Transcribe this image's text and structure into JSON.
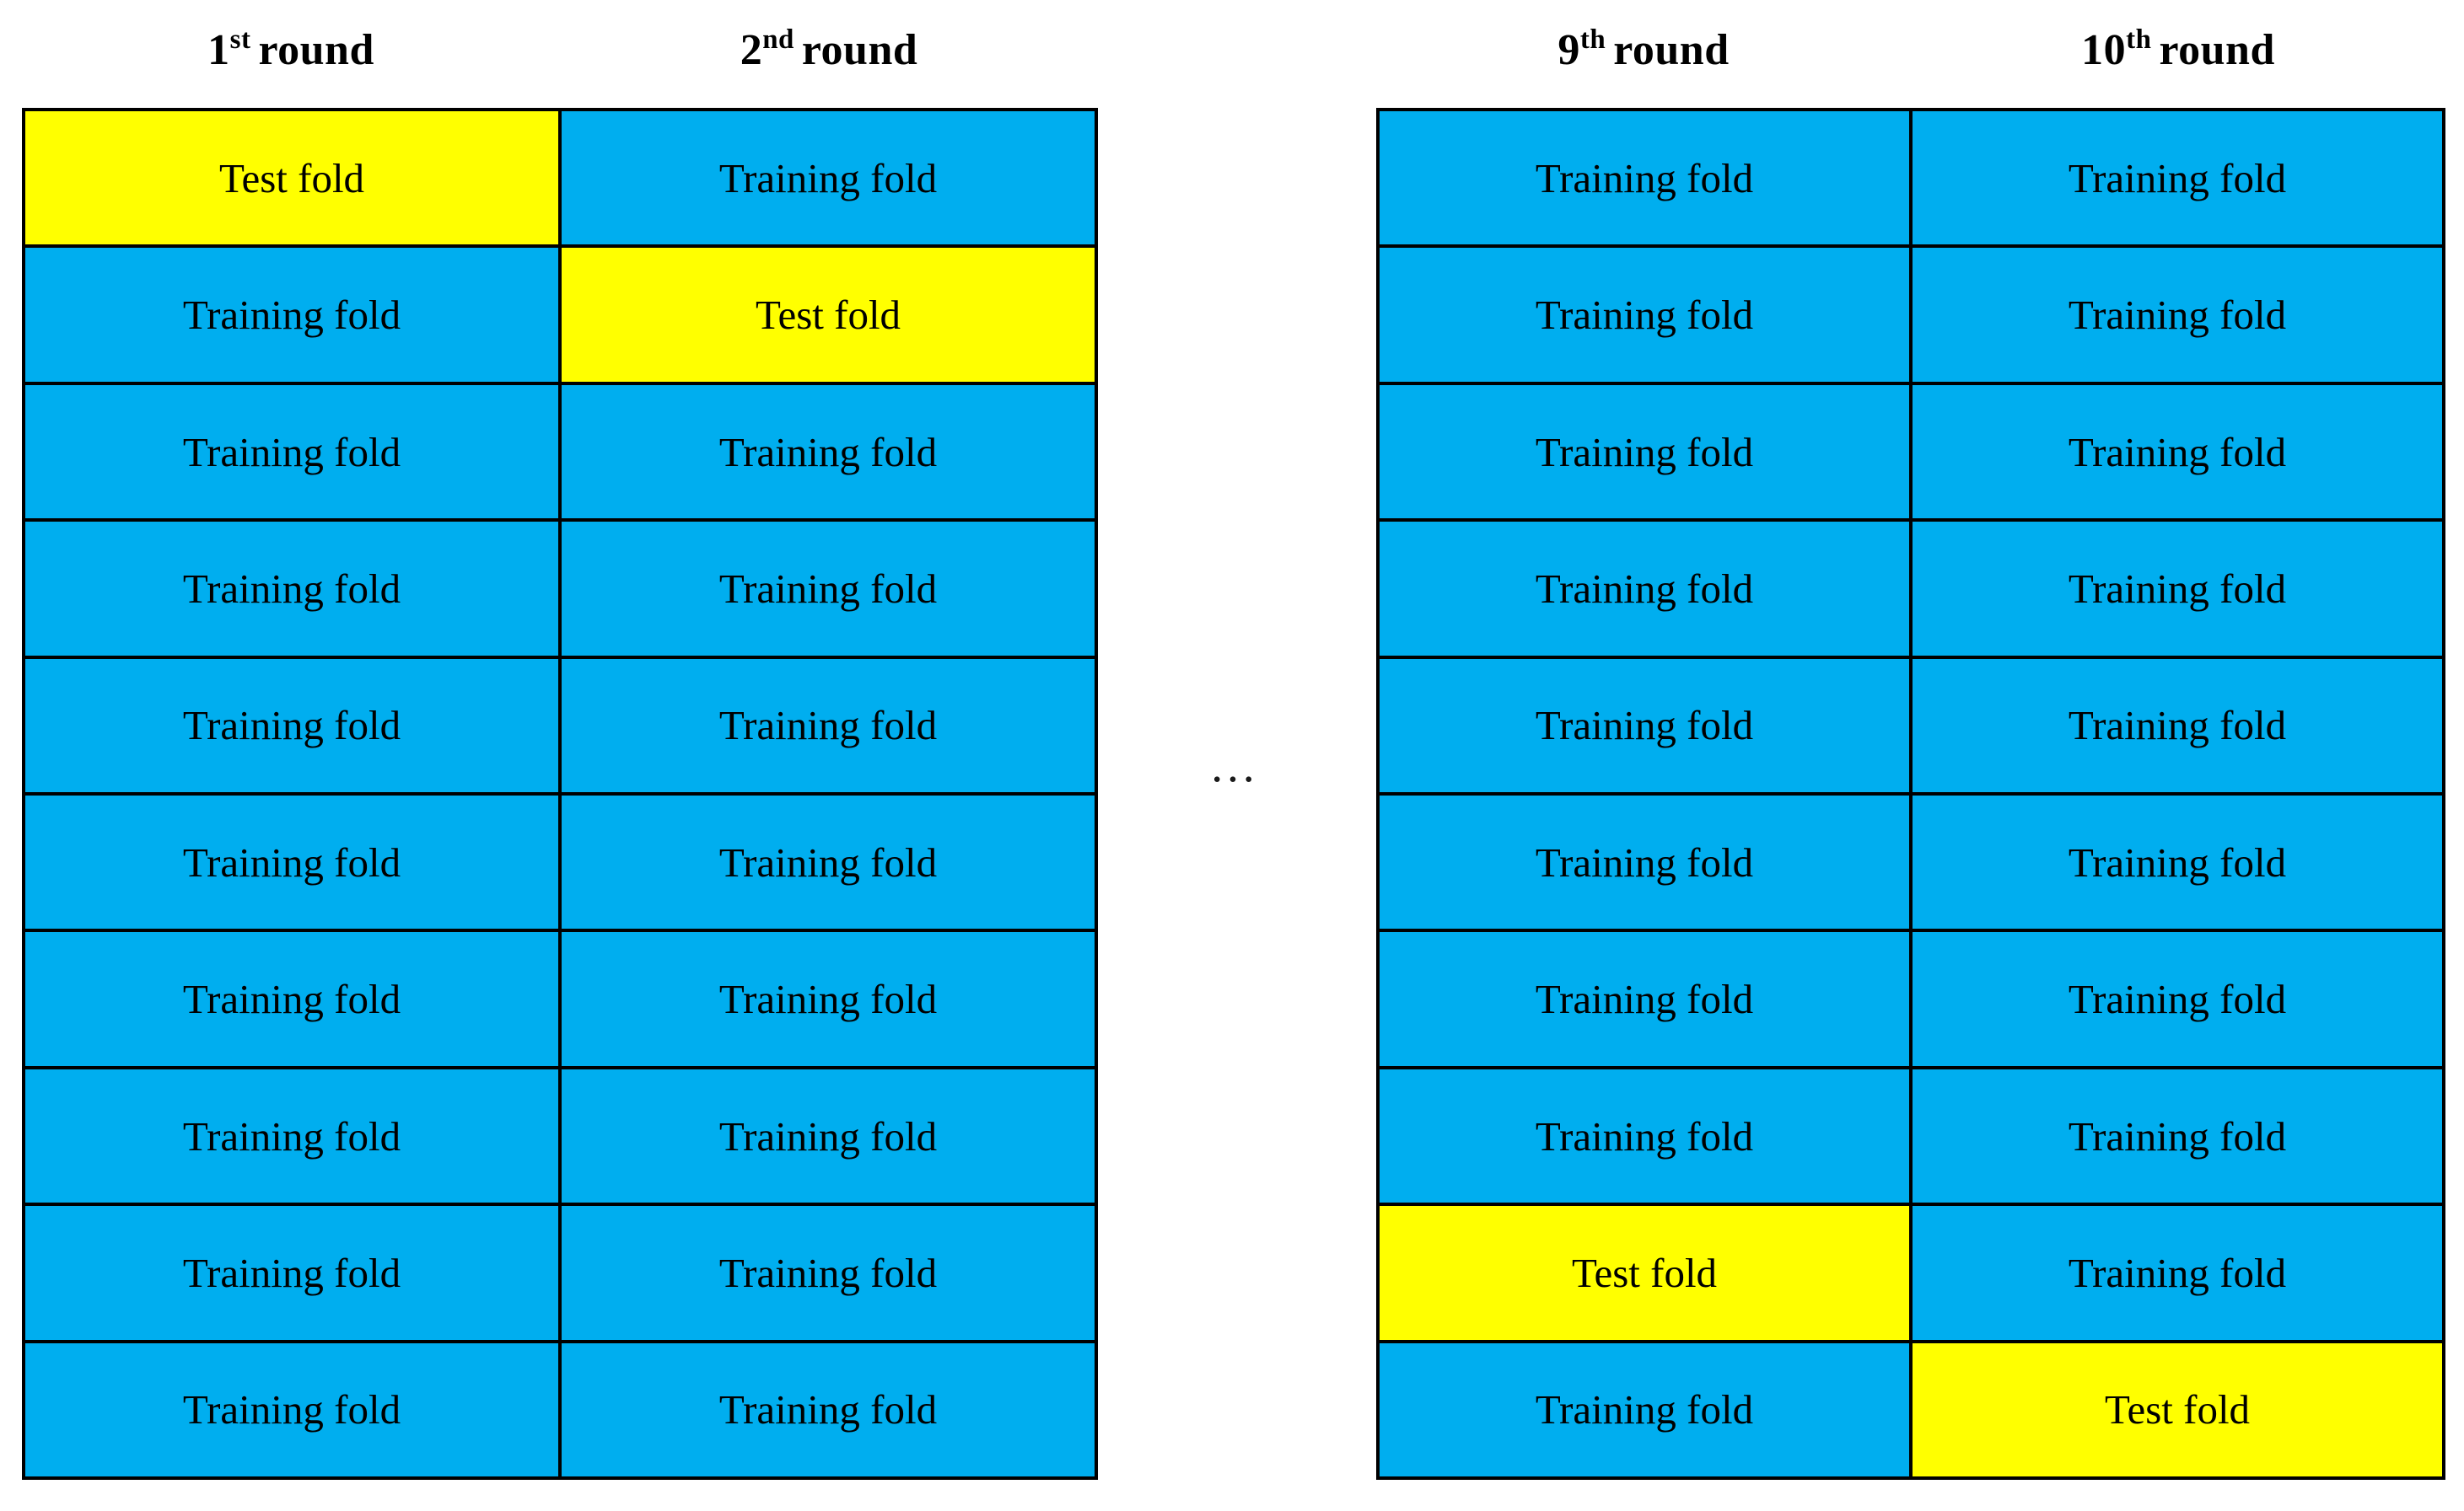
{
  "figure": {
    "kind": "k-fold-cross-validation-diagram",
    "fold_count": 10,
    "ellipsis": "…",
    "colors": {
      "training_fold": "#00AEEF",
      "test_fold": "#FFFF00",
      "border": "#000000",
      "text": "#000000",
      "background": "#FFFFFF"
    },
    "labels": {
      "training": "Training fold",
      "test": "Test fold"
    }
  },
  "headers": [
    {
      "number": "1",
      "ordinal": "st",
      "word": "round"
    },
    {
      "number": "2",
      "ordinal": "nd",
      "word": "round"
    },
    {
      "number": "9",
      "ordinal": "th",
      "word": "round"
    },
    {
      "number": "10",
      "ordinal": "th",
      "word": "round"
    }
  ],
  "columns": [
    {
      "id": "round-1",
      "header_index": 0,
      "test_fold_row": 1,
      "cells": [
        "Test fold",
        "Training fold",
        "Training fold",
        "Training fold",
        "Training fold",
        "Training fold",
        "Training fold",
        "Training fold",
        "Training fold",
        "Training fold"
      ]
    },
    {
      "id": "round-2",
      "header_index": 1,
      "test_fold_row": 2,
      "cells": [
        "Training fold",
        "Test fold",
        "Training fold",
        "Training fold",
        "Training fold",
        "Training fold",
        "Training fold",
        "Training fold",
        "Training fold",
        "Training fold"
      ]
    },
    {
      "id": "round-9",
      "header_index": 2,
      "test_fold_row": 9,
      "cells": [
        "Training fold",
        "Training fold",
        "Training fold",
        "Training fold",
        "Training fold",
        "Training fold",
        "Training fold",
        "Training fold",
        "Test fold",
        "Training fold"
      ]
    },
    {
      "id": "round-10",
      "header_index": 3,
      "test_fold_row": 10,
      "cells": [
        "Training fold",
        "Training fold",
        "Training fold",
        "Training fold",
        "Training fold",
        "Training fold",
        "Training fold",
        "Training fold",
        "Training fold",
        "Test fold"
      ]
    }
  ]
}
